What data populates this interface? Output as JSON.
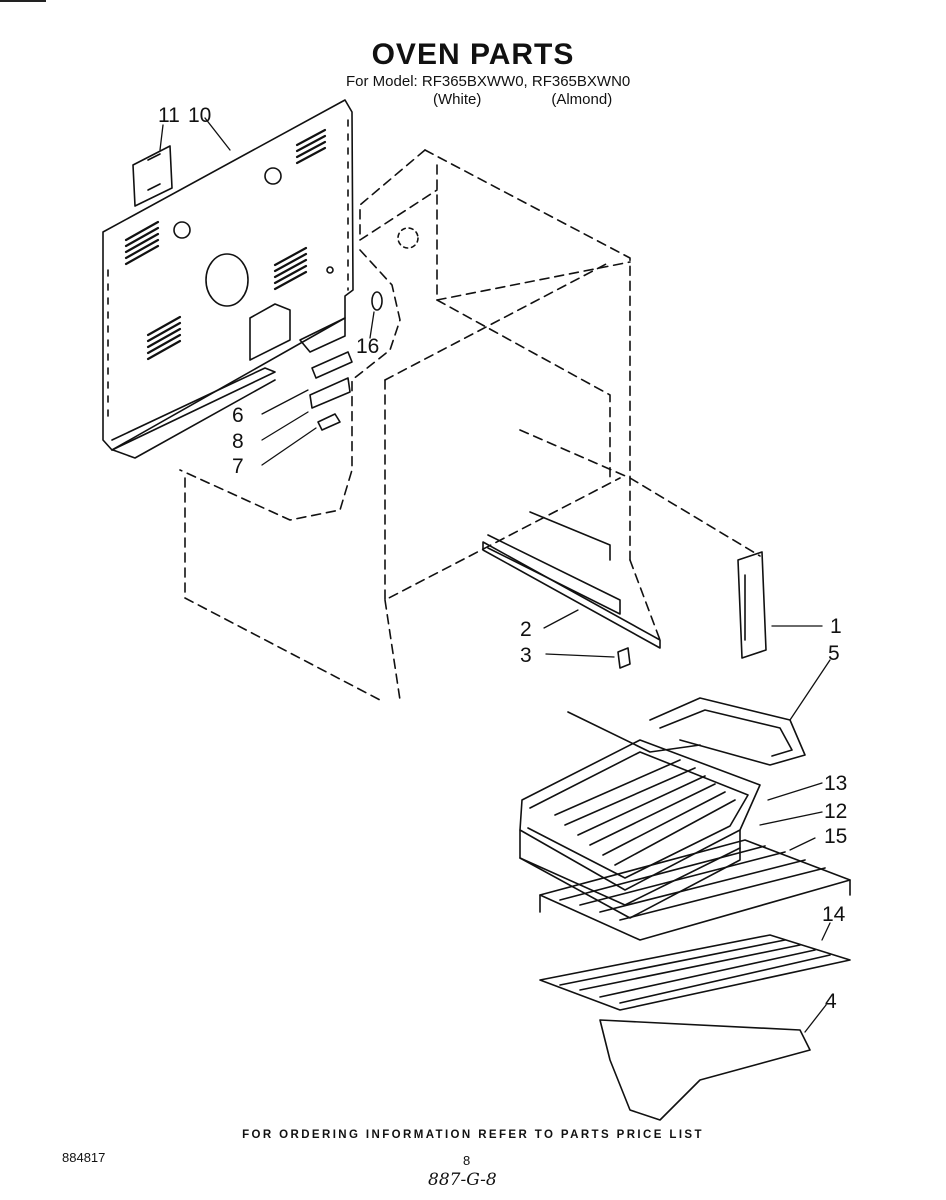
{
  "title": "OVEN PARTS",
  "model_line": "For Model: RF365BXWW0, RF365BXWN0",
  "variants": [
    "(White)",
    "(Almond)"
  ],
  "callouts": [
    "1",
    "2",
    "3",
    "4",
    "5",
    "6",
    "7",
    "8",
    "10",
    "11",
    "12",
    "13",
    "14",
    "15",
    "16"
  ],
  "footer": "FOR ORDERING INFORMATION REFER TO PARTS PRICE LIST",
  "doc_number": "884817",
  "page_number": "8",
  "handwritten_note": "887-G-8"
}
